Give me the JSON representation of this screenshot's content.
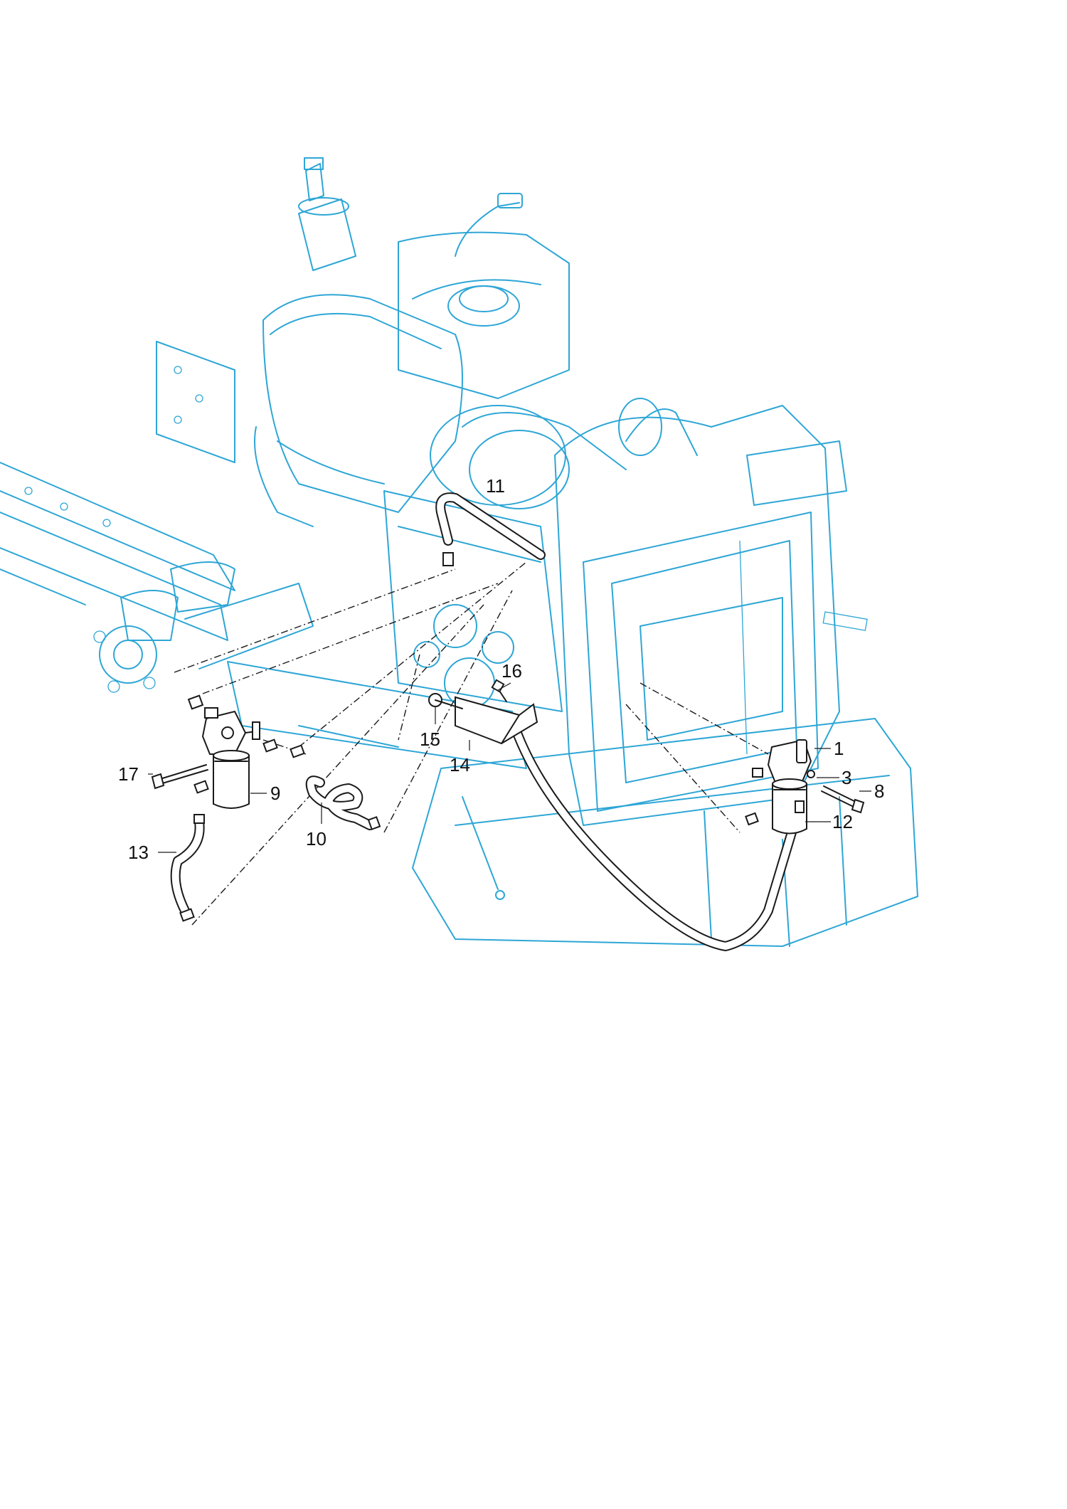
{
  "diagram": {
    "callouts": [
      {
        "id": "1",
        "text": "1"
      },
      {
        "id": "3",
        "text": "3"
      },
      {
        "id": "8",
        "text": "8"
      },
      {
        "id": "9",
        "text": "9"
      },
      {
        "id": "10",
        "text": "10"
      },
      {
        "id": "11",
        "text": "11"
      },
      {
        "id": "12",
        "text": "12"
      },
      {
        "id": "13",
        "text": "13"
      },
      {
        "id": "14",
        "text": "14"
      },
      {
        "id": "15",
        "text": "15"
      },
      {
        "id": "16",
        "text": "16"
      },
      {
        "id": "17",
        "text": "17"
      }
    ],
    "colors": {
      "machine_outline": "#2ea6d6",
      "parts_outline": "#1a1a1a",
      "background": "#ffffff"
    }
  }
}
